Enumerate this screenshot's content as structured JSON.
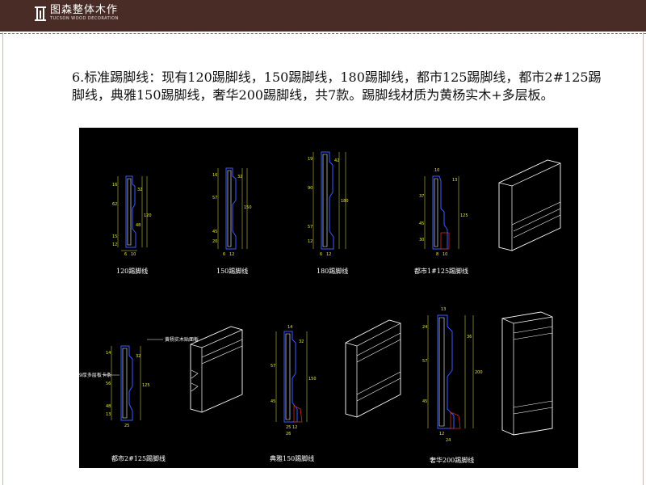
{
  "brand": {
    "name_cn": "图森整体木作",
    "name_en": "TUCSON WOOD DECORATION"
  },
  "heading": "6.标准踢脚线：现有120踢脚线，150踢脚线，180踢脚线，都市125踢脚线，都市2#125踢脚线，典雅150踢脚线，奢华200踢脚线，共7款。踢脚线材质为黄杨实木+多层板。",
  "drawing": {
    "labels": {
      "p120": "120踢脚线",
      "p150": "150踢脚线",
      "p180": "180踢脚线",
      "ds1": "都市1#125踢脚线",
      "ds2": "都市2#125踢脚线",
      "dy150": "典雅150踢脚线",
      "sh200": "奢华200踢脚线"
    },
    "notes": {
      "veneer": "黄杨实木贴面板",
      "board": "9厚多层板卡条"
    },
    "dims": {
      "p120": [
        "16",
        "32",
        "62",
        "120",
        "15",
        "12",
        "48",
        "6",
        "10"
      ],
      "p150": [
        "16",
        "32",
        "57",
        "150",
        "45",
        "20",
        "6",
        "12"
      ],
      "p180": [
        "19",
        "42",
        "90",
        "180",
        "57",
        "12",
        "6",
        "12"
      ],
      "ds1": [
        "10",
        "13",
        "37",
        "125",
        "45",
        "30",
        "8",
        "10"
      ],
      "ds2": [
        "14",
        "32",
        "56",
        "125",
        "48",
        "13",
        "25"
      ],
      "dy150": [
        "14",
        "32",
        "57",
        "150",
        "45",
        "25",
        "12",
        "26"
      ],
      "sh200": [
        "13",
        "24",
        "57",
        "200",
        "45",
        "12",
        "24",
        "36"
      ]
    }
  },
  "colors": {
    "brand_bar": "#4a2c26",
    "cad_background": "#000000",
    "cad_white": "#ffffff",
    "cad_blue": "#3b5bff",
    "cad_yellow": "#e8e840",
    "cad_cyan": "#4fd6e6",
    "cad_red": "#d02a2a"
  }
}
